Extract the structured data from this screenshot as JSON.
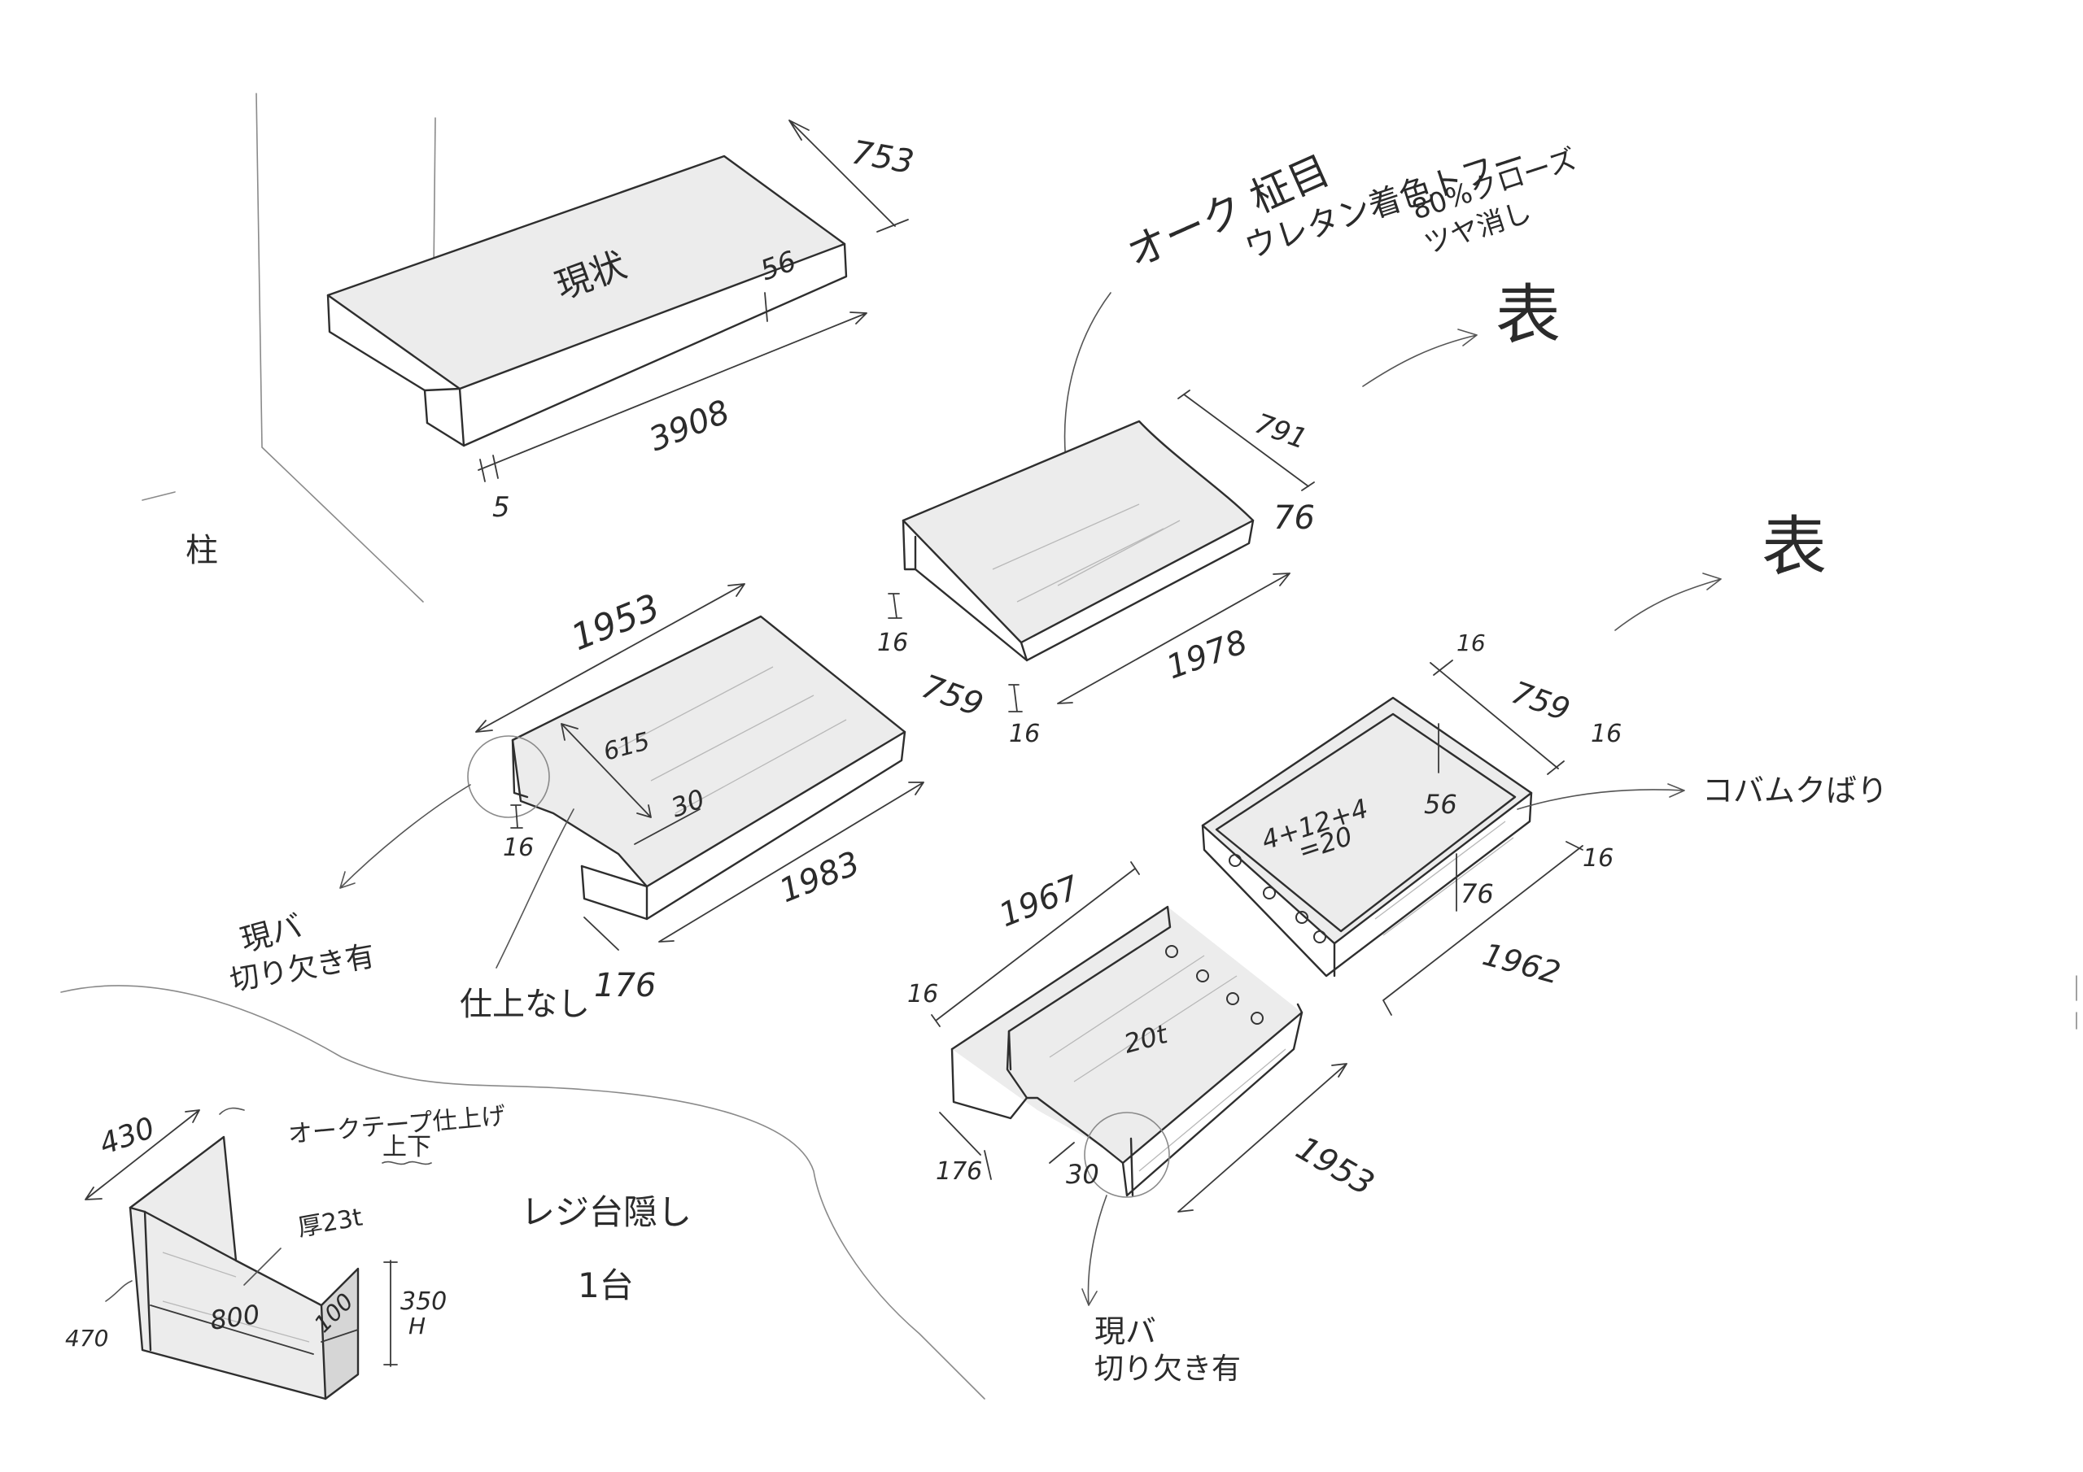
{
  "notes": {
    "current_label": "現状",
    "column_label": "柱",
    "oak_callout_line1": "オーク 柾目",
    "oak_callout_line2": "ウレタン着色トフー",
    "oak_callout_line3": "80%クローズ",
    "oak_callout_line4": "ツヤ消し",
    "front_label_1": "表",
    "front_label_2": "表",
    "edge_callout": "コバムクばり",
    "notch_callout_1_line1": "現バ",
    "notch_callout_1_line2": "切り欠き有",
    "notch_callout_2_line1": "現バ",
    "notch_callout_2_line2": "切り欠き有",
    "unfinished_callout": "仕上なし",
    "register_title": "レジ台隠し",
    "register_count": "1台",
    "register_oak_tape_line1": "オークテープ仕上げ",
    "register_oak_tape_line2": "上下",
    "register_thickness": "厚23t",
    "board_thickness_note": "20t",
    "lamination_note_line1": "4+12+4",
    "lamination_note_line2": "=20"
  },
  "dimensions": {
    "current_depth": "753",
    "current_thickness": "56",
    "current_length": "3908",
    "current_gap": "5",
    "top_depth": "791",
    "top_height": "76",
    "top_side_thickness_1": "16",
    "top_depth_2": "759",
    "top_side_thickness_2": "16",
    "top_length": "1978",
    "left_length_top": "1953",
    "left_depth": "615",
    "left_notch": "30",
    "left_side_thickness": "16",
    "left_length": "1983",
    "left_height": "176",
    "right_side_top": "16",
    "right_depth": "759",
    "right_side_thickness": "16",
    "right_inner": "56",
    "right_height": "76",
    "right_side_end": "16",
    "right_length": "1962",
    "bottom_length_top": "1967",
    "bottom_side": "16",
    "bottom_height": "176",
    "bottom_notch": "30",
    "bottom_length": "1953",
    "register_width": "430",
    "register_left_height": "470",
    "register_length": "800",
    "register_side": "100",
    "register_height_1": "350",
    "register_height_2": "H"
  }
}
